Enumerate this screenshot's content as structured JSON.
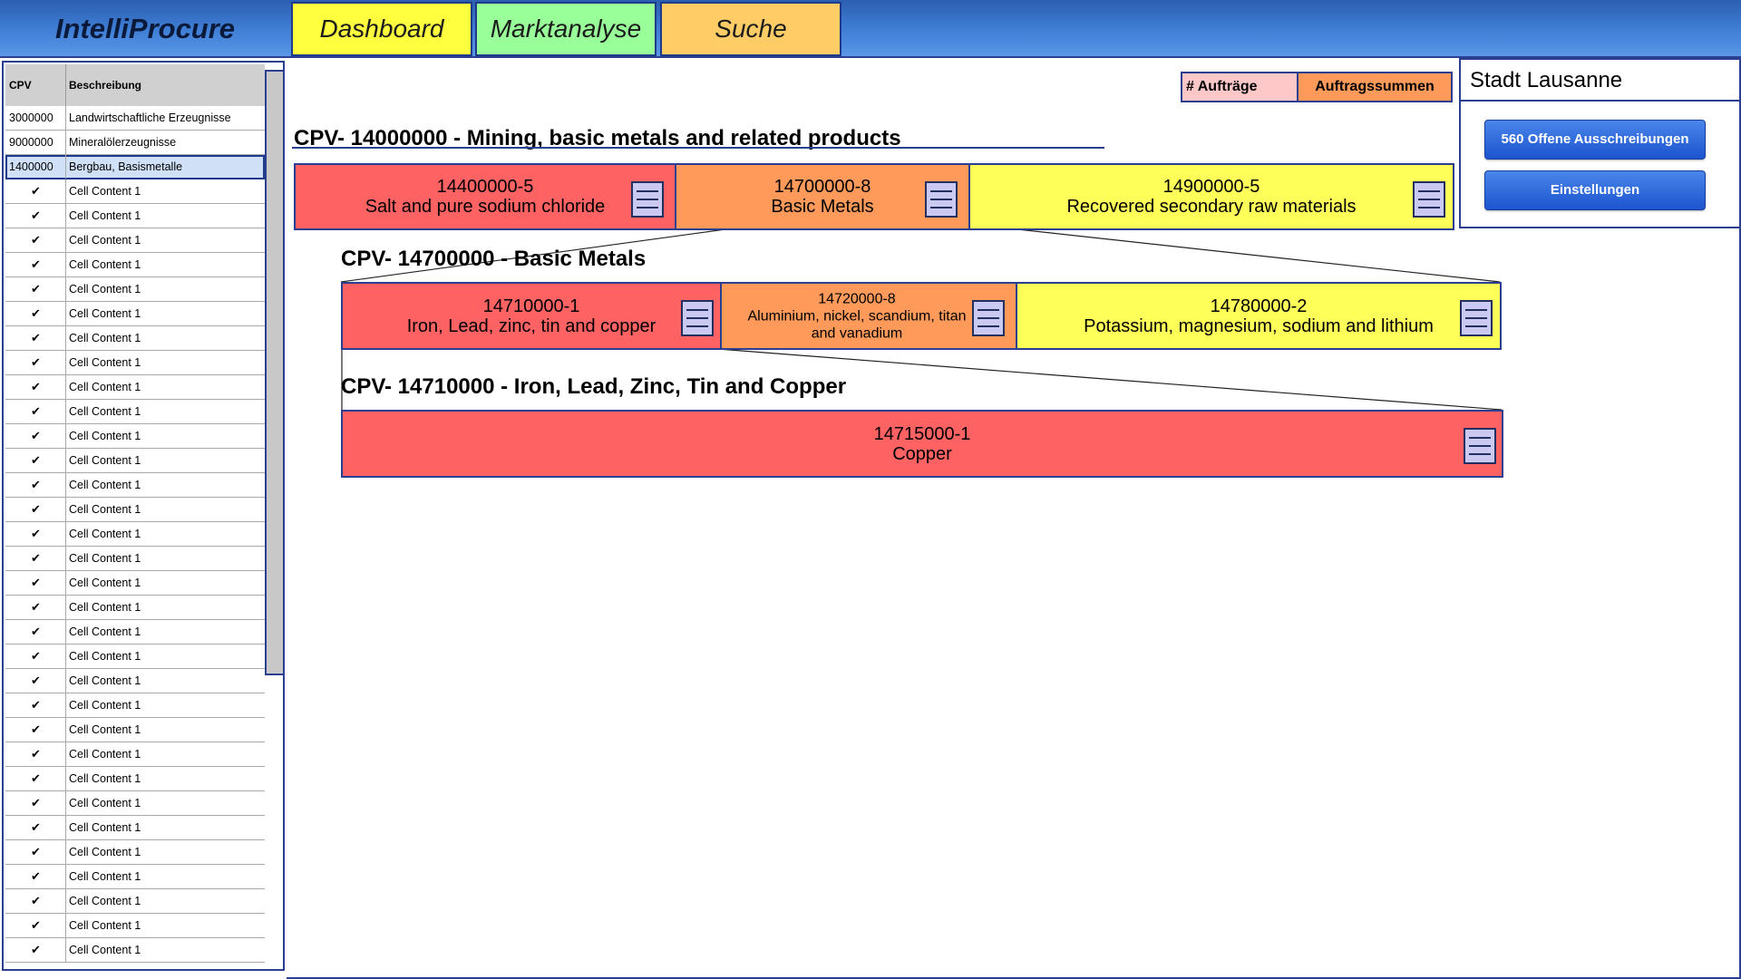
{
  "app": {
    "logo": "IntelliProcure",
    "tabs": [
      {
        "label": "Dashboard",
        "color": "#ffff40"
      },
      {
        "label": "Marktanalyse",
        "color": "#99ff99"
      },
      {
        "label": "Suche",
        "color": "#ffcc66"
      }
    ]
  },
  "table": {
    "headers": [
      "CPV",
      "Beschreibung"
    ],
    "rows": [
      {
        "code": "3000000",
        "desc": "Landwirtschaftliche Erzeugnisse"
      },
      {
        "code": "9000000",
        "desc": "Mineralölerzeugnisse"
      },
      {
        "code": "1400000",
        "desc": "Bergbau, Basismetalle",
        "selected": true
      }
    ],
    "check_glyph": "✔",
    "cell_placeholder": "Cell Content 1"
  },
  "right_panel": {
    "title": "Stadt Lausanne",
    "open_tenders_button": "560 Offene Ausschreibungen",
    "settings_button": "Einstellungen"
  },
  "legend": {
    "count_label": "# Aufträge",
    "sum_label": "Auftragssummen"
  },
  "colors": {
    "red": "#ff6262",
    "orange": "#ff9a5a",
    "yellow": "#ffff5a",
    "border": "#2a3f8f"
  },
  "sections": [
    {
      "title": "CPV- 14000000 - Mining, basic metals and related products",
      "cells": [
        {
          "code": "14400000-5",
          "name": "Salt and pure sodium chloride",
          "color": "#ff6262"
        },
        {
          "code": "14700000-8",
          "name": "Basic Metals",
          "color": "#ff9a5a"
        },
        {
          "code": "14900000-5",
          "name": "Recovered secondary raw materials",
          "color": "#ffff5a"
        }
      ]
    },
    {
      "title": "CPV- 14700000 - Basic Metals",
      "cells": [
        {
          "code": "14710000-1",
          "name": "Iron, Lead, zinc, tin and copper",
          "color": "#ff6262"
        },
        {
          "code": "14720000-8",
          "name": "Aluminium, nickel, scandium, titan and vanadium",
          "color": "#ff9a5a"
        },
        {
          "code": "14780000-2",
          "name": "Potassium, magnesium, sodium and lithium",
          "color": "#ffff5a"
        }
      ]
    },
    {
      "title": "CPV- 14710000 - Iron, Lead, Zinc, Tin and Copper",
      "cells": [
        {
          "code": "14715000-1",
          "name": "Copper",
          "color": "#ff6262"
        }
      ]
    }
  ]
}
